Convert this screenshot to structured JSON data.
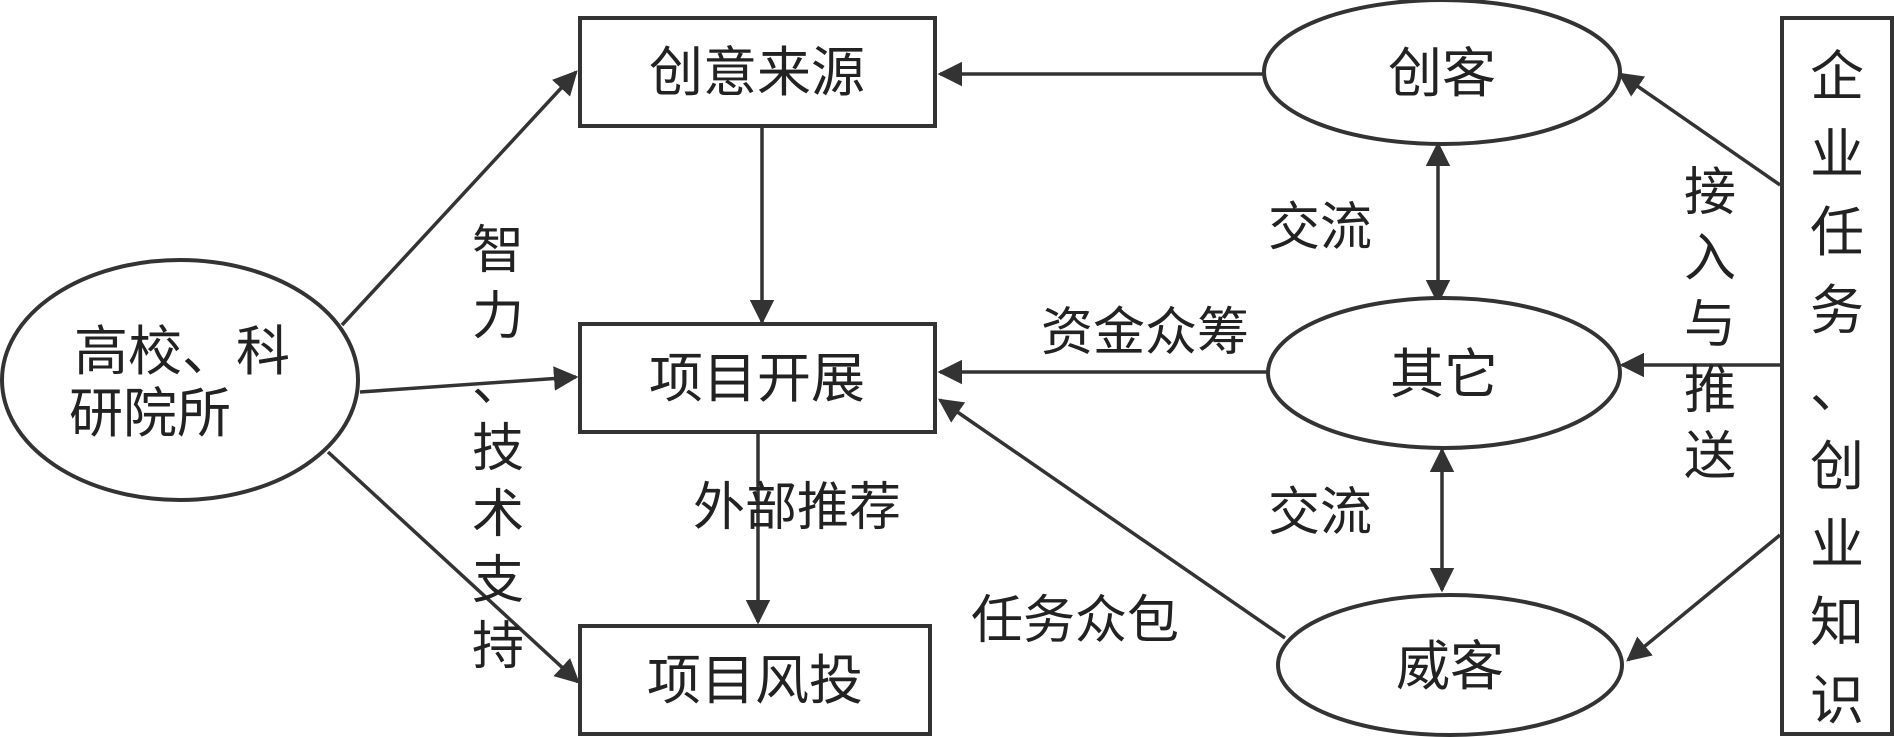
{
  "nodes": {
    "creative_source": "创意来源",
    "project_execution": "项目开展",
    "project_vc": "项目风投",
    "universities_line1": "高校、科",
    "universities_line2": "研院所",
    "maker": "创客",
    "others": "其它",
    "wiki": "威客",
    "enterprise": [
      "企",
      "业",
      "任",
      "务",
      "、",
      "创",
      "业",
      "知",
      "识"
    ]
  },
  "labels": {
    "intellect_tech": [
      "智",
      "力",
      "、",
      "技",
      "术",
      "支",
      "持"
    ],
    "exchange_top": "交流",
    "exchange_bottom": "交流",
    "crowdfunding": "资金众筹",
    "external_recommend": "外部推荐",
    "task_crowdsource": "任务众包",
    "access_push": [
      "接",
      "入",
      "与",
      "推",
      "送"
    ]
  },
  "colors": {
    "line": "#333333",
    "text": "#222222",
    "background": "#ffffff"
  }
}
